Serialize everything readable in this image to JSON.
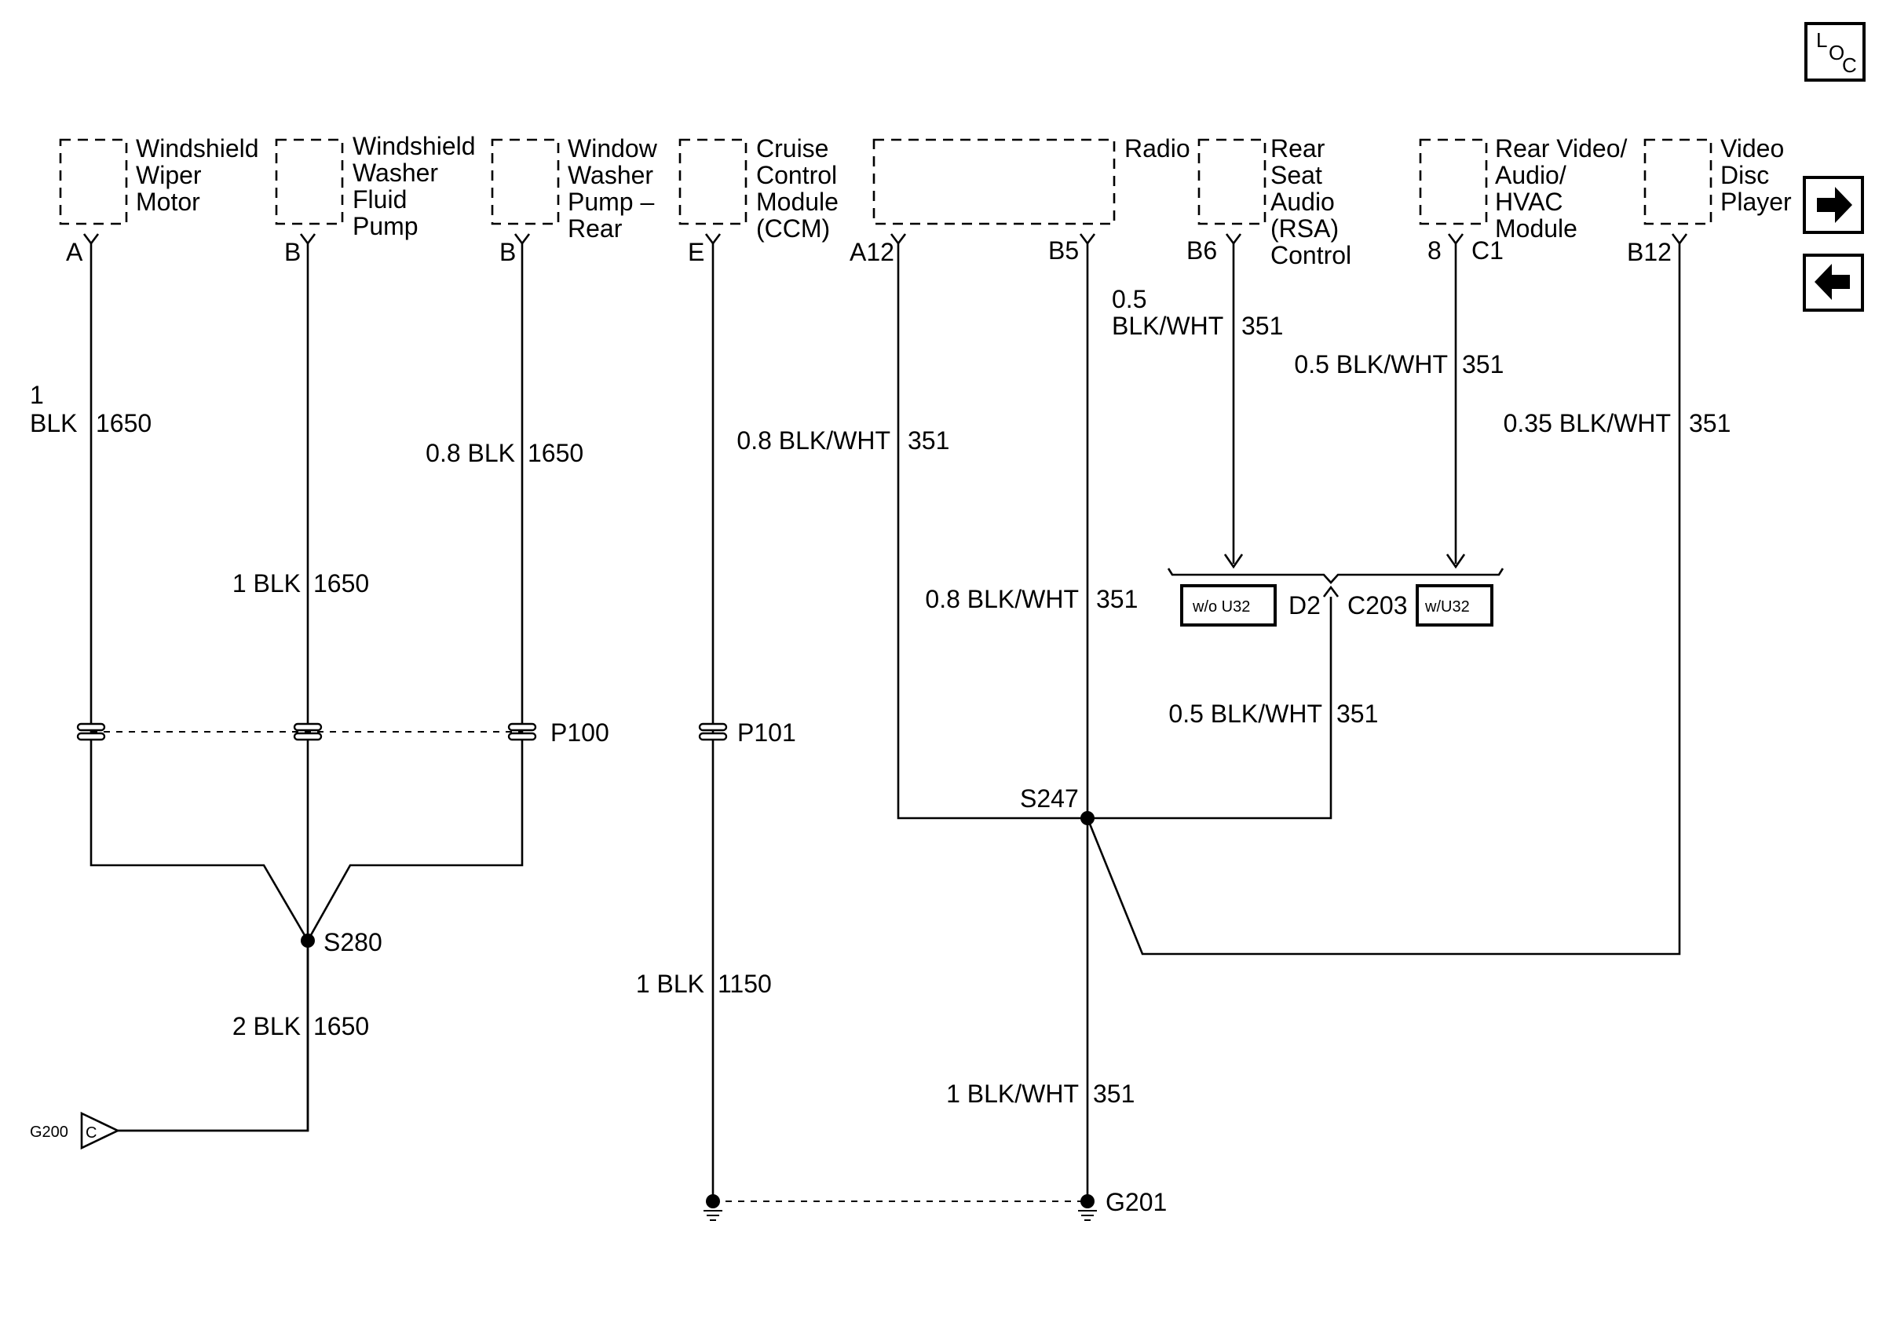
{
  "loc_button": {
    "label_l": "L",
    "label_o": "O",
    "label_c": "C"
  },
  "nav": {
    "forward_icon": "arrow-right-icon",
    "back_icon": "arrow-left-icon"
  },
  "components": [
    {
      "lines": [
        "Windshield",
        "Wiper",
        "Motor"
      ],
      "pin": "A"
    },
    {
      "lines": [
        "Windshield",
        "Washer",
        "Fluid",
        "Pump"
      ],
      "pin": "B"
    },
    {
      "lines": [
        "Window",
        "Washer",
        "Pump –",
        "Rear"
      ],
      "pin": "B"
    },
    {
      "lines": [
        "Cruise",
        "Control",
        "Module",
        "(CCM)"
      ],
      "pin": "E"
    },
    {
      "lines": [
        "Radio"
      ],
      "pins": [
        "A12",
        "B5"
      ]
    },
    {
      "lines": [
        "Rear",
        "Seat",
        "Audio",
        "(RSA)",
        "Control"
      ],
      "pin": "B6"
    },
    {
      "lines": [
        "Rear Video/",
        "Audio/",
        "HVAC",
        "Module"
      ],
      "pins": [
        "8",
        "C1"
      ]
    },
    {
      "lines": [
        "Video",
        "Disc",
        "Player"
      ],
      "pin": "B12"
    }
  ],
  "wires": {
    "w1": [
      "1",
      "BLK",
      "1650"
    ],
    "w2": [
      "1 BLK",
      "1650"
    ],
    "w3": [
      "0.8 BLK",
      "1650"
    ],
    "w4": [
      "0.8 BLK/WHT",
      "351"
    ],
    "w5": [
      "0.8 BLK/WHT",
      "351"
    ],
    "w6": [
      "0.5",
      "BLK/WHT",
      "351"
    ],
    "w7": [
      "0.5 BLK/WHT",
      "351"
    ],
    "w8": [
      "0.35 BLK/WHT",
      "351"
    ],
    "w9": [
      "0.5 BLK/WHT",
      "351"
    ],
    "w10": [
      "1 BLK",
      "1150"
    ],
    "w11": [
      "2 BLK",
      "1650"
    ],
    "w12": [
      "1 BLK/WHT",
      "351"
    ]
  },
  "connector": {
    "name": "C203",
    "pin": "D2",
    "option_left": "w/o U32",
    "option_right": "w/U32"
  },
  "splices": {
    "s280": "S280",
    "s247": "S247"
  },
  "inline": {
    "p100": "P100",
    "p101": "P101"
  },
  "grounds": {
    "g200": "G200",
    "g200_letter": "C",
    "g201": "G201"
  }
}
